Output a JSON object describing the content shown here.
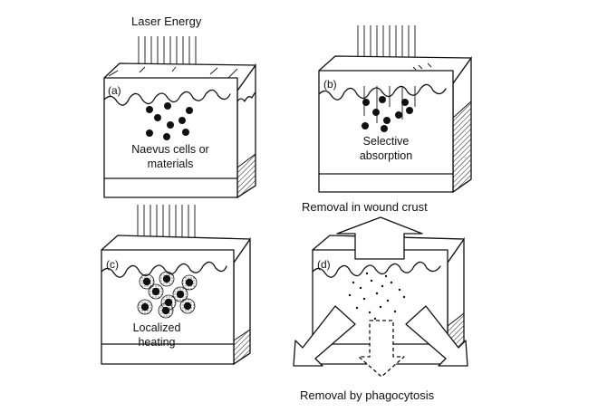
{
  "caption_top": "Laser Energy",
  "caption_mid": "Removal in wound crust",
  "caption_bottom": "Removal by phagocytosis",
  "panels": [
    {
      "id": "a",
      "label": "(a)",
      "text_lines": [
        "Naevus cells or",
        "materials"
      ]
    },
    {
      "id": "b",
      "label": "(b)",
      "text_lines": [
        "Selective",
        "absorption"
      ]
    },
    {
      "id": "c",
      "label": "(c)",
      "text_lines": [
        "Localized",
        "heating"
      ]
    },
    {
      "id": "d",
      "label": "(d)",
      "text_lines": []
    }
  ],
  "ink_color": "#111111",
  "background_color": "#ffffff"
}
